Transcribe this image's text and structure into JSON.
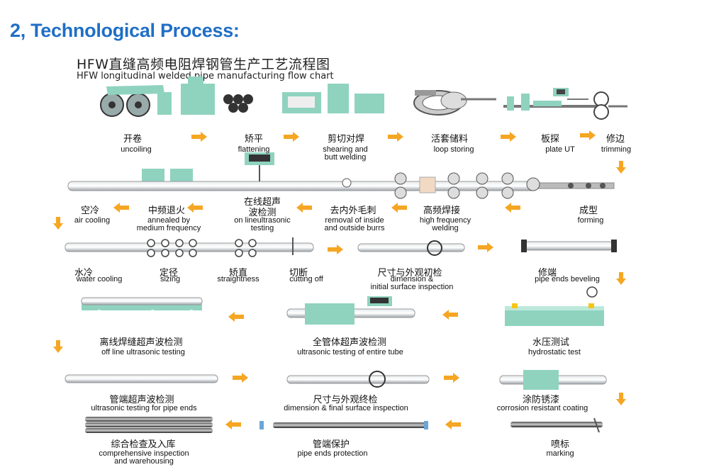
{
  "heading": "2, Technological Process:",
  "title_zh": "HFW直缝高频电阻焊钢管生产工艺流程图",
  "title_en": "HFW longitudinal welded pipe manufacturing flow chart",
  "colors": {
    "heading": "#1f6fc6",
    "arrow": "#f5a623",
    "machine": "#8fd3bf",
    "pipe": "#b9bfc4"
  },
  "steps": [
    {
      "zh": "开卷",
      "en": "uncoiling"
    },
    {
      "zh": "矫平",
      "en": "flattening"
    },
    {
      "zh": "剪切对焊",
      "en": "shearing and\nbutt welding"
    },
    {
      "zh": "活套储料",
      "en": "loop storing"
    },
    {
      "zh": "板探",
      "en": "plate UT"
    },
    {
      "zh": "修边",
      "en": "trimming"
    },
    {
      "zh": "空冷",
      "en": "air cooling"
    },
    {
      "zh": "中频退火",
      "en": "annealed by\nmedium frequency"
    },
    {
      "zh": "在线超声\n波检测",
      "en": "on lineultrasonic\ntesting"
    },
    {
      "zh": "去内外毛刺",
      "en": "removal of inside\nand outside burrs"
    },
    {
      "zh": "高频焊接",
      "en": "high frequency\nwelding"
    },
    {
      "zh": "成型",
      "en": "forming"
    },
    {
      "zh": "水冷",
      "en": "water cooling"
    },
    {
      "zh": "定径",
      "en": "sizing"
    },
    {
      "zh": "矫直",
      "en": "straightness"
    },
    {
      "zh": "切断",
      "en": "cutting off"
    },
    {
      "zh": "尺寸与外观初检",
      "en": "dimension &\ninitial surface inspection"
    },
    {
      "zh": "修端",
      "en": "pipe ends beveling"
    },
    {
      "zh": "离线焊缝超声波检测",
      "en": "off line ultrasonic testing"
    },
    {
      "zh": "全管体超声波检测",
      "en": "ultrasonic testing of entire tube"
    },
    {
      "zh": "水压测试",
      "en": "hydrostatic test"
    },
    {
      "zh": "管端超声波检测",
      "en": "ultrasonic testing for pipe ends"
    },
    {
      "zh": "尺寸与外观终检",
      "en": "dimension & final surface inspection"
    },
    {
      "zh": "涂防锈漆",
      "en": "corrosion resistant coating"
    },
    {
      "zh": "综合检查及入库",
      "en": "comprehensive inspection\nand warehousing"
    },
    {
      "zh": "管端保护",
      "en": "pipe ends protection"
    },
    {
      "zh": "喷标",
      "en": "marking"
    }
  ]
}
